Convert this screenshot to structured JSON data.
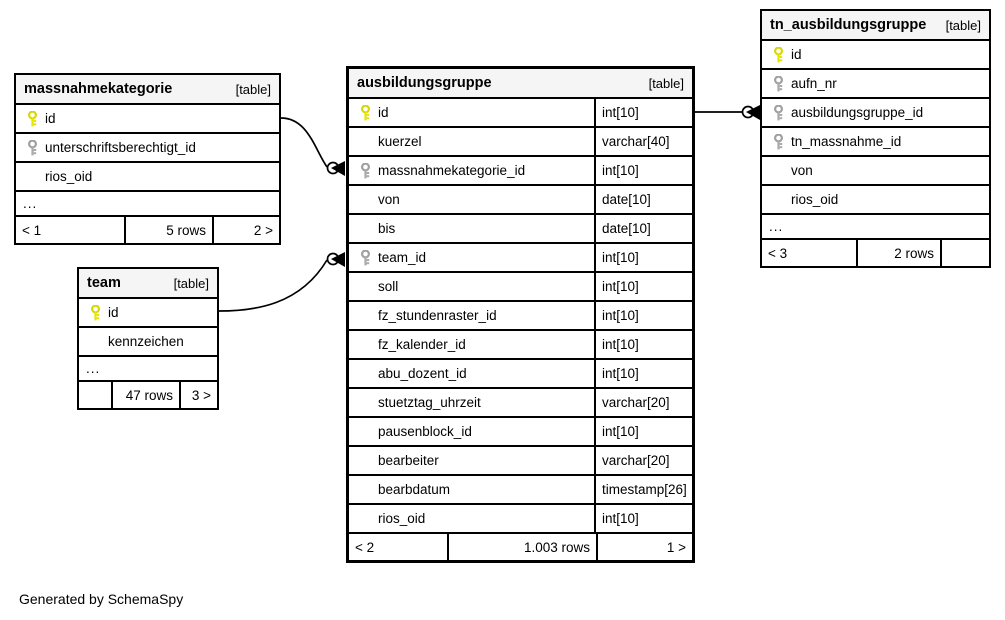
{
  "caption": "Generated by SchemaSpy",
  "table_tag": "[table]",
  "icons": {
    "primary_key": "key-icon-primary",
    "foreign_key": "key-icon-foreign",
    "pk_color": "#e6e600",
    "fk_color": "#aaaaaa"
  },
  "tables": [
    {
      "id": "massnahmekategorie",
      "name": "massnahmekategorie",
      "tag": "[table]",
      "focus": false,
      "show_types": false,
      "columns": [
        {
          "name": "id",
          "key": "pk",
          "type": ""
        },
        {
          "name": "unterschriftsberechtigt_id",
          "key": "fk",
          "type": ""
        },
        {
          "name": "rios_oid",
          "key": "none",
          "type": ""
        }
      ],
      "ellipsis": "...",
      "footer": {
        "prev": "< 1",
        "rows": "5 rows",
        "next": "2 >"
      }
    },
    {
      "id": "team",
      "name": "team",
      "tag": "[table]",
      "focus": false,
      "show_types": false,
      "columns": [
        {
          "name": "id",
          "key": "pk",
          "type": ""
        },
        {
          "name": "kennzeichen",
          "key": "none",
          "type": ""
        }
      ],
      "ellipsis": "...",
      "footer": {
        "prev": "",
        "rows": "47 rows",
        "next": "3 >"
      }
    },
    {
      "id": "ausbildungsgruppe",
      "name": "ausbildungsgruppe",
      "tag": "[table]",
      "focus": true,
      "show_types": true,
      "columns": [
        {
          "name": "id",
          "key": "pk",
          "type": "int[10]"
        },
        {
          "name": "kuerzel",
          "key": "none",
          "type": "varchar[40]"
        },
        {
          "name": "massnahmekategorie_id",
          "key": "fk",
          "type": "int[10]"
        },
        {
          "name": "von",
          "key": "none",
          "type": "date[10]"
        },
        {
          "name": "bis",
          "key": "none",
          "type": "date[10]"
        },
        {
          "name": "team_id",
          "key": "fk",
          "type": "int[10]"
        },
        {
          "name": "soll",
          "key": "none",
          "type": "int[10]"
        },
        {
          "name": "fz_stundenraster_id",
          "key": "none",
          "type": "int[10]"
        },
        {
          "name": "fz_kalender_id",
          "key": "none",
          "type": "int[10]"
        },
        {
          "name": "abu_dozent_id",
          "key": "none",
          "type": "int[10]"
        },
        {
          "name": "stuetztag_uhrzeit",
          "key": "none",
          "type": "varchar[20]"
        },
        {
          "name": "pausenblock_id",
          "key": "none",
          "type": "int[10]"
        },
        {
          "name": "bearbeiter",
          "key": "none",
          "type": "varchar[20]"
        },
        {
          "name": "bearbdatum",
          "key": "none",
          "type": "timestamp[26]"
        },
        {
          "name": "rios_oid",
          "key": "none",
          "type": "int[10]"
        }
      ],
      "ellipsis": "",
      "footer": {
        "prev": "< 2",
        "rows": "1.003 rows",
        "next": "1 >"
      }
    },
    {
      "id": "tn_ausbildungsgruppe",
      "name": "tn_ausbildungsgruppe",
      "tag": "[table]",
      "focus": false,
      "show_types": false,
      "columns": [
        {
          "name": "id",
          "key": "pk",
          "type": ""
        },
        {
          "name": "aufn_nr",
          "key": "fk",
          "type": ""
        },
        {
          "name": "ausbildungsgruppe_id",
          "key": "fk",
          "type": ""
        },
        {
          "name": "tn_massnahme_id",
          "key": "fk",
          "type": ""
        },
        {
          "name": "von",
          "key": "none",
          "type": ""
        },
        {
          "name": "rios_oid",
          "key": "none",
          "type": ""
        }
      ],
      "ellipsis": "...",
      "footer": {
        "prev": "< 3",
        "rows": "2 rows",
        "next": ""
      }
    }
  ],
  "relationships": [
    {
      "from": "massnahmekategorie.id",
      "to": "ausbildungsgruppe.massnahmekategorie_id"
    },
    {
      "from": "team.id",
      "to": "ausbildungsgruppe.team_id"
    },
    {
      "from": "ausbildungsgruppe.id",
      "to": "tn_ausbildungsgruppe.ausbildungsgruppe_id"
    }
  ]
}
